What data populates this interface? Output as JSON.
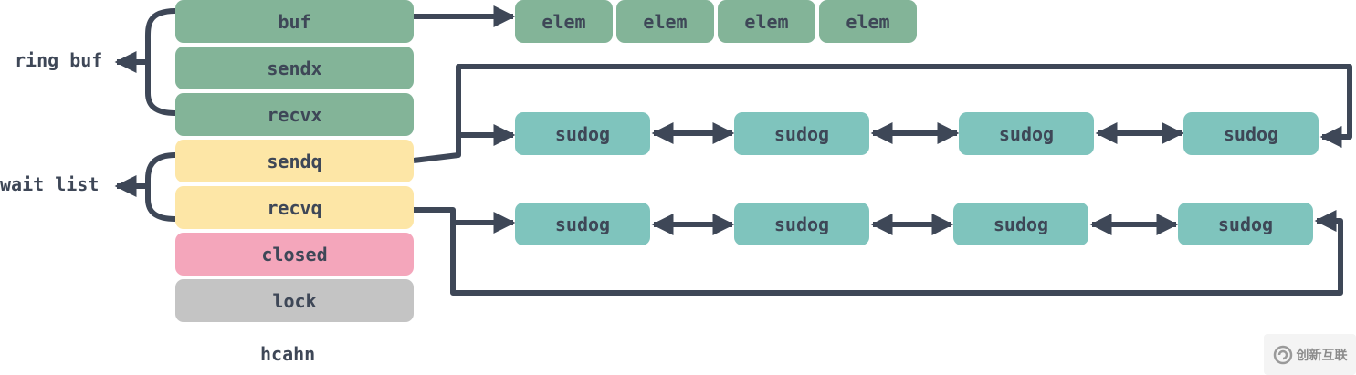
{
  "colors": {
    "green": "#83b498",
    "yellow": "#fde6a6",
    "pink": "#f4a6bb",
    "gray": "#c4c4c4",
    "teal": "#7fc4bd",
    "line": "#3e4757",
    "text": "#3e4757"
  },
  "hchan": {
    "title": "hcahn",
    "fields": [
      {
        "label": "buf",
        "color": "green"
      },
      {
        "label": "sendx",
        "color": "green"
      },
      {
        "label": "recvx",
        "color": "green"
      },
      {
        "label": "sendq",
        "color": "yellow"
      },
      {
        "label": "recvq",
        "color": "yellow"
      },
      {
        "label": "closed",
        "color": "pink"
      },
      {
        "label": "lock",
        "color": "gray"
      }
    ]
  },
  "groups": {
    "ring_buf": "ring buf",
    "wait_list": "wait list"
  },
  "buffer": {
    "elems": [
      "elem",
      "elem",
      "elem",
      "elem"
    ]
  },
  "sendq_list": [
    "sudog",
    "sudog",
    "sudog",
    "sudog"
  ],
  "recvq_list": [
    "sudog",
    "sudog",
    "sudog",
    "sudog"
  ],
  "watermark": {
    "icon": "logo-icon",
    "text": "创新互联"
  }
}
